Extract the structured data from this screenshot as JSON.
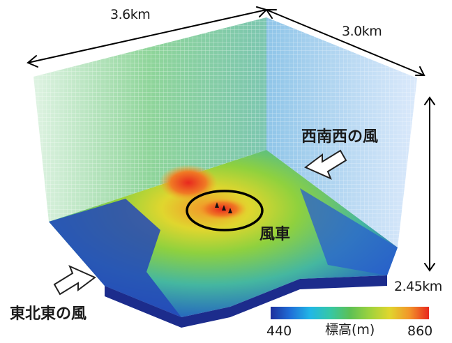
{
  "dimensions": {
    "width_label": "3.6km",
    "depth_label": "3.0km",
    "height_label": "2.45km"
  },
  "wind": {
    "wsw_label": "西南西の風",
    "ene_label": "東北東の風"
  },
  "turbine_label": "風車",
  "colorbar": {
    "min_label": "440",
    "title": "標高(m)",
    "max_label": "860",
    "colors": [
      "#1e2f9c",
      "#1f6fd8",
      "#21b7e6",
      "#35c7a6",
      "#5cc055",
      "#9dd23e",
      "#e0d62e",
      "#f2962a",
      "#e8281e"
    ]
  },
  "colors": {
    "back_wall_grid": "#5cc08a",
    "side_wall_grid": "#5a8fe0",
    "arrow_outline": "#222222"
  }
}
